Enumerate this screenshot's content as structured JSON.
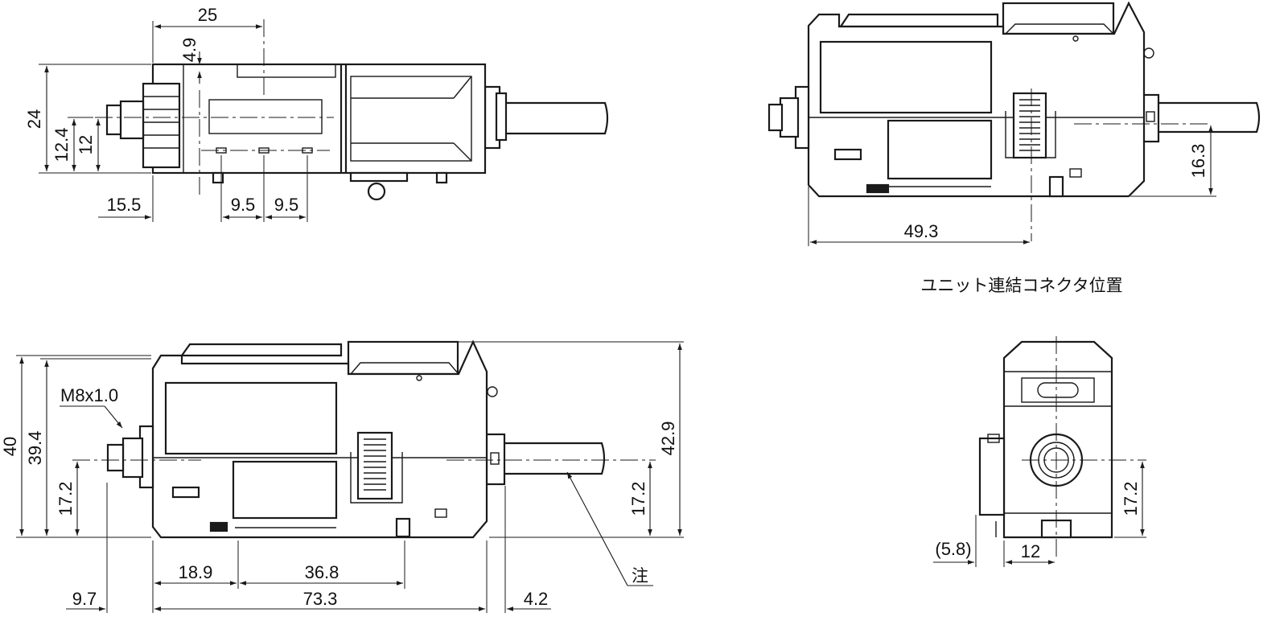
{
  "dimensions": {
    "top_view": {
      "width_25": "25",
      "offset_4_9": "4.9",
      "height_24": "24",
      "height_12_4": "12.4",
      "height_12": "12",
      "left_15_5": "15.5",
      "pitch_a": "9.5",
      "pitch_b": "9.5"
    },
    "right_view": {
      "width_49_3": "49.3",
      "height_16_3": "16.3"
    },
    "front_view": {
      "height_40": "40",
      "height_39_4": "39.4",
      "height_17_2_left": "17.2",
      "height_17_2_right": "17.2",
      "height_42_9": "42.9",
      "thread": "M8x1.0",
      "width_18_9": "18.9",
      "width_36_8": "36.8",
      "width_73_3": "73.3",
      "width_9_7": "9.7",
      "width_4_2": "4.2",
      "note": "注"
    },
    "side_view": {
      "paren_5_8": "(5.8)",
      "width_12": "12",
      "height_17_2": "17.2"
    }
  },
  "captions": {
    "connector_position": "ユニット連結コネクタ位置"
  }
}
